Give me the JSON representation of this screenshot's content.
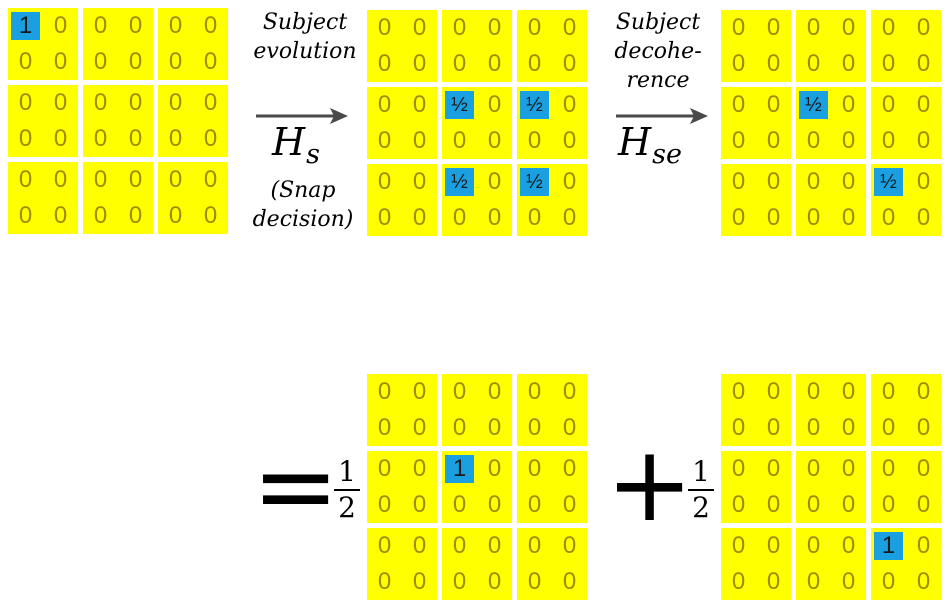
{
  "colors": {
    "cell_bg": "#ffff00",
    "highlight_bg": "#1aa0e0",
    "digit_color": "#a08c00"
  },
  "matrices": [
    {
      "name": "initial-matrix",
      "highlights": [
        [
          0,
          0,
          "1"
        ]
      ]
    },
    {
      "name": "after-subject-evolution-matrix",
      "highlights": [
        [
          2,
          2,
          "½"
        ],
        [
          2,
          4,
          "½"
        ],
        [
          4,
          2,
          "½"
        ],
        [
          4,
          4,
          "½"
        ]
      ]
    },
    {
      "name": "after-decoherence-matrix",
      "highlights": [
        [
          2,
          2,
          "½"
        ],
        [
          4,
          4,
          "½"
        ]
      ]
    },
    {
      "name": "outcome-a-matrix",
      "highlights": [
        [
          2,
          2,
          "1"
        ]
      ]
    },
    {
      "name": "outcome-b-matrix",
      "highlights": [
        [
          4,
          4,
          "1"
        ]
      ]
    }
  ],
  "zero_value": "0",
  "step1": {
    "top_label": "Subject\nevolution",
    "operator": "H",
    "operator_sub": "s",
    "bottom_label": "(Snap\ndecision)"
  },
  "step2": {
    "top_label": "Subject\ndecohe-\nrence",
    "operator": "H",
    "operator_sub": "se"
  },
  "equals_sign": "=",
  "plus_sign": "+",
  "coefficient": {
    "numerator": "1",
    "denominator": "2"
  }
}
